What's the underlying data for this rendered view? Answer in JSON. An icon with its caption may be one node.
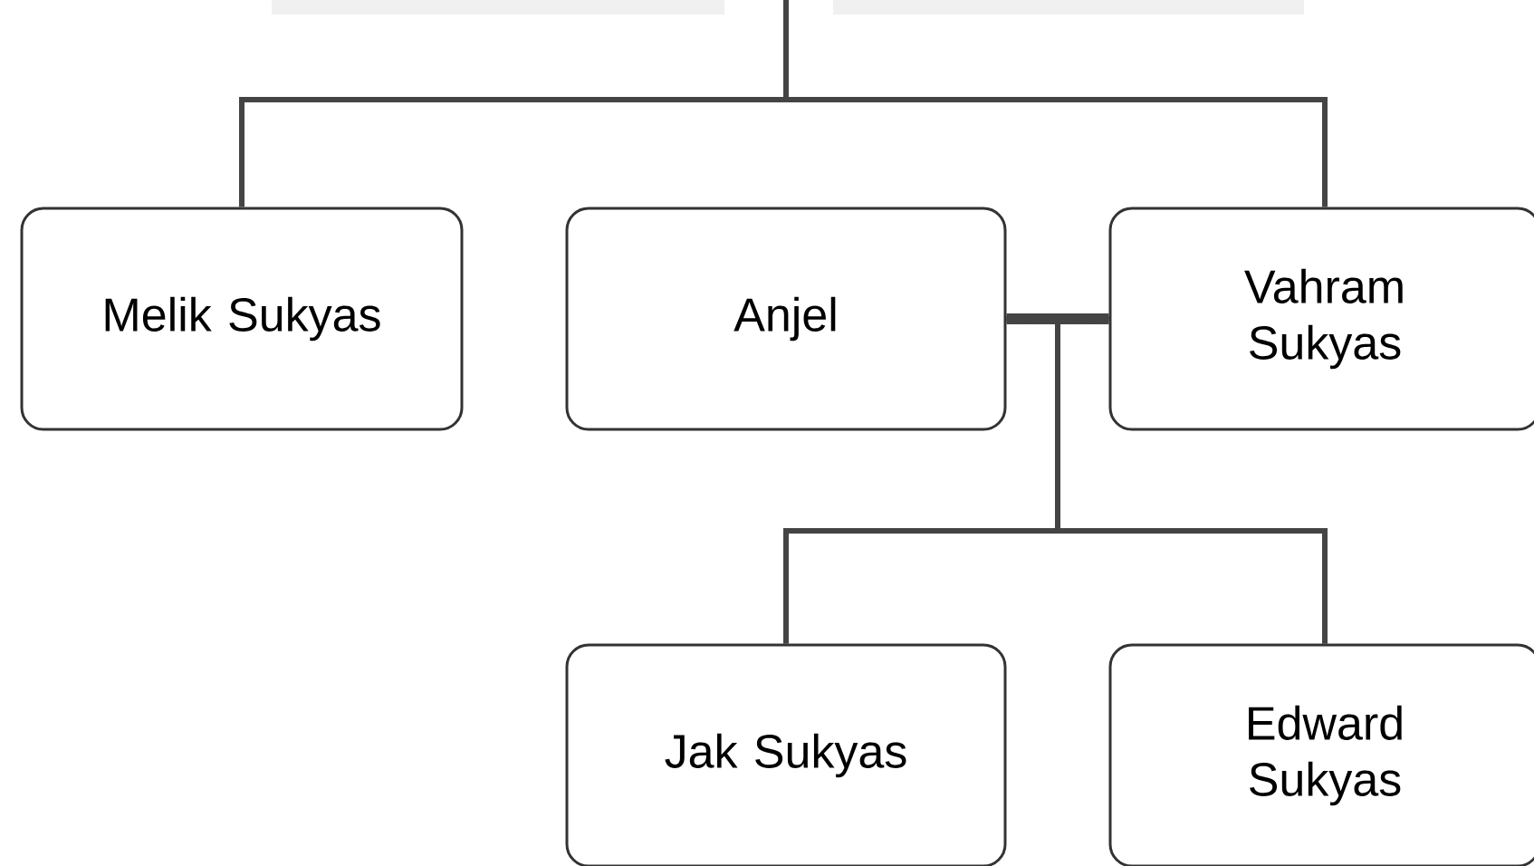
{
  "diagram": {
    "nodes": [
      {
        "text": [
          "Melik Sukyas"
        ]
      },
      {
        "text": [
          "Anjel"
        ]
      },
      {
        "text": [
          "Vahram Sukyas"
        ]
      },
      {
        "text": [
          "Jak Sukyas"
        ]
      },
      {
        "text": [
          "Edward Sukyas"
        ]
      }
    ],
    "edges": [
      {
        "from": null,
        "to": 0,
        "arrow": "none"
      },
      {
        "from": null,
        "to": 2,
        "arrow": "none"
      },
      {
        "from": 1,
        "to": 2,
        "arrow": "none",
        "style": "thick"
      },
      {
        "from": 1,
        "to": 3,
        "arrow": "none"
      },
      {
        "from": 1,
        "to": 4,
        "arrow": "none"
      },
      {
        "from": 2,
        "to": 3,
        "arrow": "none"
      },
      {
        "from": 2,
        "to": 4,
        "arrow": "none"
      }
    ]
  }
}
